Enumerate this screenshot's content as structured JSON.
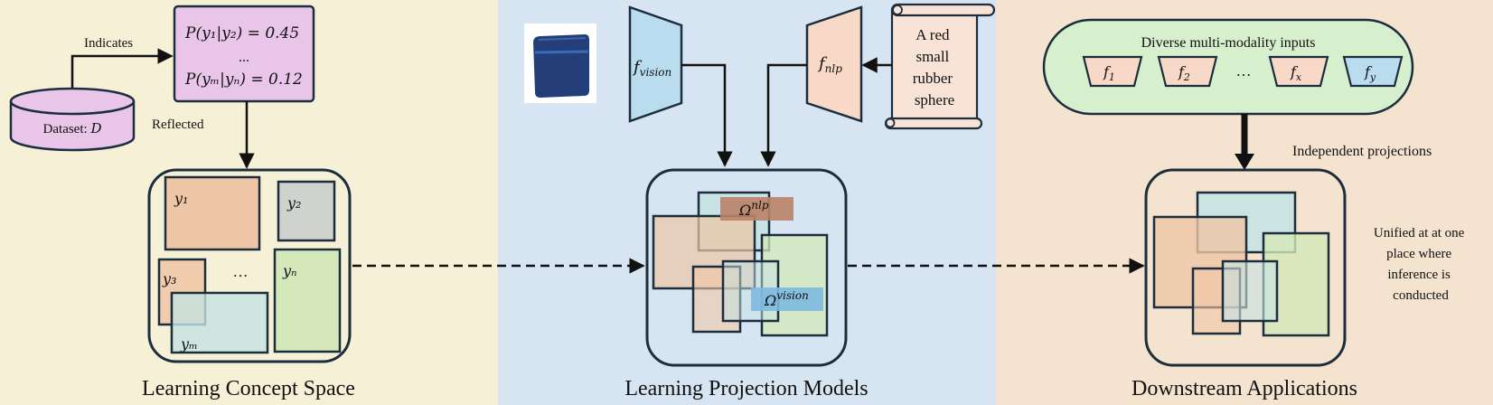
{
  "panels": {
    "left": {
      "title": "Learning Concept Space",
      "bg": "#f5f0d6"
    },
    "middle": {
      "title": "Learning Projection Models",
      "bg": "#d7e5f3"
    },
    "right": {
      "title": "Downstream Applications",
      "bg": "#f4e3cf"
    }
  },
  "left": {
    "dataset_label": "Dataset:",
    "dataset_symbol": "D",
    "indicates_label": "Indicates",
    "reflected_label": "Reflected",
    "prob_line1": "P(y₁|y₂) = 0.45",
    "prob_ellipsis": "...",
    "prob_line2": "P(yₘ|yₙ) = 0.12",
    "concepts": {
      "y1": "y₁",
      "y2": "y₂",
      "y3": "y₃",
      "ym": "yₘ",
      "yn": "yₙ",
      "ellipsis": "…"
    }
  },
  "middle": {
    "f_vision_base": "f",
    "f_vision_sub": "vision",
    "f_nlp_base": "f",
    "f_nlp_sub": "nlp",
    "scroll_text": [
      "A red",
      "small",
      "rubber",
      "sphere"
    ],
    "omega_nlp_base": "Ω",
    "omega_nlp_sup": "nlp",
    "omega_vision_base": "Ω",
    "omega_vision_sup": "vision"
  },
  "right": {
    "inputs_title": "Diverse multi-modality inputs",
    "encoders": [
      {
        "base": "f",
        "sub": "1"
      },
      {
        "base": "f",
        "sub": "2"
      },
      {
        "base": "f",
        "sub": "x"
      },
      {
        "base": "f",
        "sub": "y"
      }
    ],
    "encoder_ellipsis": "…",
    "independent_label": "Independent projections",
    "unified_lines": [
      "Unified at at one",
      "place where",
      "inference is",
      "conducted"
    ]
  },
  "colors": {
    "outline": "#1c2e3d",
    "dataset_fill": "#eac5ea",
    "prob_fill": "#eac5ea",
    "encoder_vision": "#b9dcef",
    "encoder_nlp": "#f8d9c8",
    "scroll_fill": "#f8e3d6",
    "input_bubble": "#d6efcd",
    "concept_y1": "#eec6a5",
    "concept_y2": "#cfd2cd",
    "concept_yn": "#d4e8b9",
    "concept_ym": "#c6e2e2",
    "omega_nlp": "#b98266",
    "omega_vision": "#7db9df"
  }
}
